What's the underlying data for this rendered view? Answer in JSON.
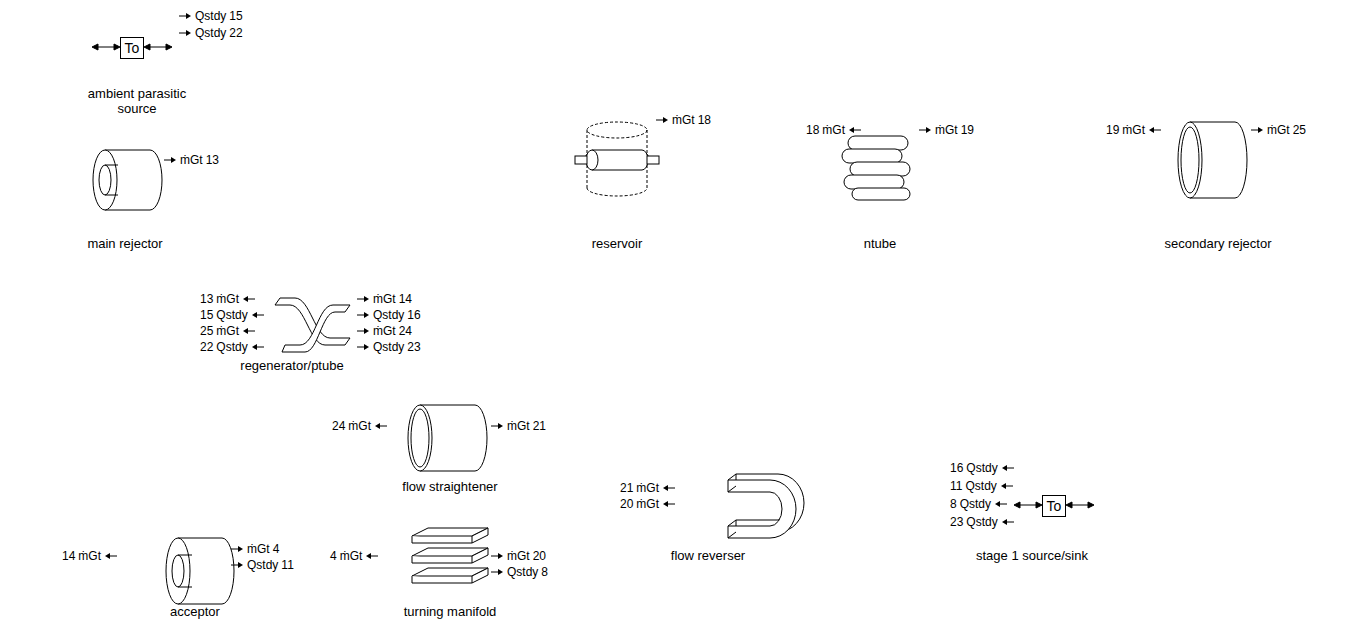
{
  "diagram": {
    "nodes": [
      {
        "text": [
          "To",
          "ambient parasitic source"
        ]
      },
      {
        "text": [
          "main rejector"
        ]
      },
      {
        "text": [
          "reservoir"
        ]
      },
      {
        "text": [
          "ntube"
        ]
      },
      {
        "text": [
          "secondary rejector"
        ]
      },
      {
        "text": [
          "regenerator/ptube"
        ]
      },
      {
        "text": [
          "flow straightener"
        ]
      },
      {
        "text": [
          "flow reverser"
        ]
      },
      {
        "text": [
          "To",
          "stage 1 source/sink"
        ]
      },
      {
        "text": [
          "acceptor"
        ]
      },
      {
        "text": [
          "turning manifold"
        ]
      }
    ],
    "labels": [
      "Qstdy",
      "15",
      "Qstdy",
      "22",
      "ṁGt",
      "13",
      "ṁGt",
      "18",
      "18",
      "ṁGt",
      "ṁGt",
      "19",
      "19",
      "ṁGt",
      "ṁGt",
      "25",
      "13",
      "ṁGt",
      "15",
      "Qstdy",
      "25",
      "ṁGt",
      "22",
      "Qstdy",
      "ṁGt",
      "14",
      "Qstdy",
      "16",
      "ṁGt",
      "24",
      "Qstdy",
      "23",
      "24",
      "ṁGt",
      "ṁGt",
      "21",
      "21",
      "ṁGt",
      "20",
      "ṁGt",
      "16",
      "Qstdy",
      "11",
      "Qstdy",
      "8",
      "Qstdy",
      "23",
      "Qstdy",
      "14",
      "ṁGt",
      "ṁGt",
      "4",
      "Qstdy",
      "11",
      "4",
      "ṁGt",
      "ṁGt",
      "20",
      "Qstdy",
      "8"
    ]
  }
}
